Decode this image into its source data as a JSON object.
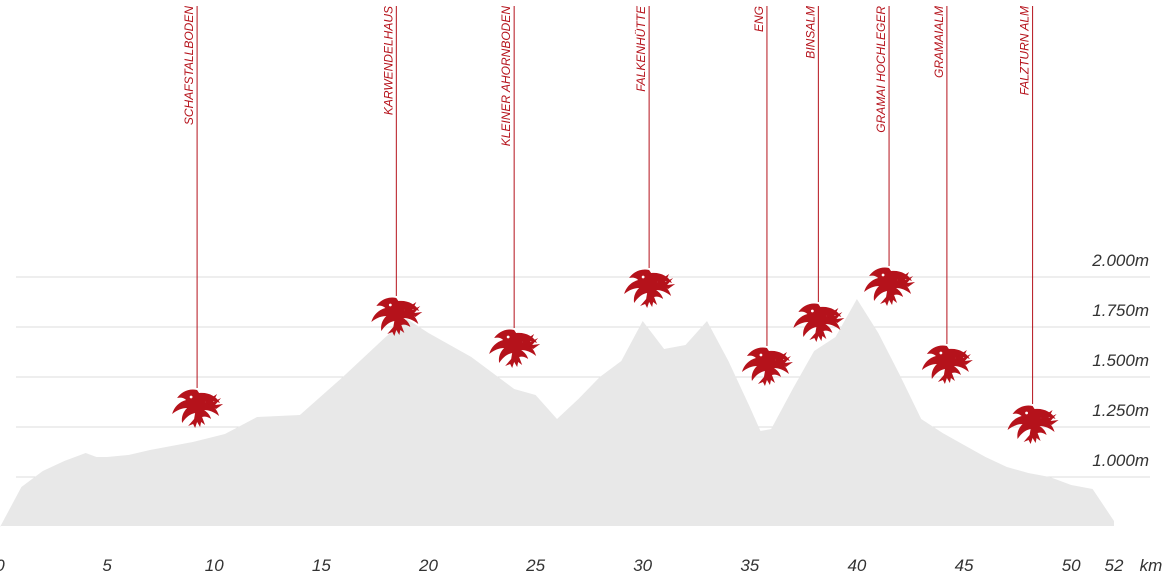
{
  "chart_data": {
    "type": "area",
    "title": "",
    "x_unit": "km",
    "y_unit": "m",
    "xlim": [
      0,
      52
    ],
    "ylim": [
      750,
      2750
    ],
    "x_ticks": [
      {
        "value": 0,
        "label": "0"
      },
      {
        "value": 5,
        "label": "5"
      },
      {
        "value": 10,
        "label": "10"
      },
      {
        "value": 15,
        "label": "15"
      },
      {
        "value": 20,
        "label": "20"
      },
      {
        "value": 25,
        "label": "25"
      },
      {
        "value": 30,
        "label": "30"
      },
      {
        "value": 35,
        "label": "35"
      },
      {
        "value": 40,
        "label": "40"
      },
      {
        "value": 45,
        "label": "45"
      },
      {
        "value": 50,
        "label": "50"
      },
      {
        "value": 52,
        "label": "52"
      }
    ],
    "x_unit_label": "km",
    "y_ticks": [
      {
        "value": 1000,
        "label": "1.000m"
      },
      {
        "value": 1250,
        "label": "1.250m"
      },
      {
        "value": 1500,
        "label": "1.500m"
      },
      {
        "value": 1750,
        "label": "1.750m"
      },
      {
        "value": 2000,
        "label": "2.000m"
      }
    ],
    "grid": true,
    "profile": {
      "x": [
        0,
        1,
        2,
        3,
        4,
        4.5,
        5,
        6,
        7,
        9,
        10.5,
        12,
        14,
        16,
        18,
        19,
        20,
        22,
        24,
        25,
        26,
        27,
        28,
        29,
        30,
        31,
        32,
        33,
        34,
        35,
        35.5,
        36,
        37,
        38,
        39,
        40,
        41,
        42,
        43,
        44,
        45,
        46,
        47,
        48,
        49,
        50,
        51,
        52
      ],
      "elevation": [
        750,
        950,
        1030,
        1080,
        1120,
        1100,
        1100,
        1110,
        1135,
        1175,
        1215,
        1300,
        1310,
        1500,
        1700,
        1790,
        1720,
        1600,
        1440,
        1410,
        1290,
        1390,
        1500,
        1580,
        1780,
        1640,
        1660,
        1780,
        1580,
        1350,
        1230,
        1240,
        1440,
        1630,
        1700,
        1890,
        1720,
        1510,
        1290,
        1220,
        1160,
        1100,
        1050,
        1020,
        1000,
        960,
        940,
        780
      ]
    },
    "points_of_interest": [
      {
        "name": "SCHAFSTALLBODEN",
        "km": 9.2,
        "elevation": 1345
      },
      {
        "name": "KARWENDELHAUS",
        "km": 18.5,
        "elevation": 1805
      },
      {
        "name": "KLEINER AHORNBODEN",
        "km": 24,
        "elevation": 1645
      },
      {
        "name": "FALKENHÜTTE",
        "km": 30.3,
        "elevation": 1945
      },
      {
        "name": "ENG",
        "km": 35.8,
        "elevation": 1555
      },
      {
        "name": "BINSALM",
        "km": 38.2,
        "elevation": 1775
      },
      {
        "name": "GRAMAI HOCHLEGER",
        "km": 41.5,
        "elevation": 1955
      },
      {
        "name": "GRAMAIALM",
        "km": 44.2,
        "elevation": 1565
      },
      {
        "name": "FALZTURN ALM",
        "km": 48.2,
        "elevation": 1265
      }
    ],
    "colors": {
      "profile_fill": "#e8e8e8",
      "gridline": "#dcdcdc",
      "poi_red": "#b5121b",
      "axis_text": "#333333"
    },
    "marker_icon": "eagle-icon"
  }
}
